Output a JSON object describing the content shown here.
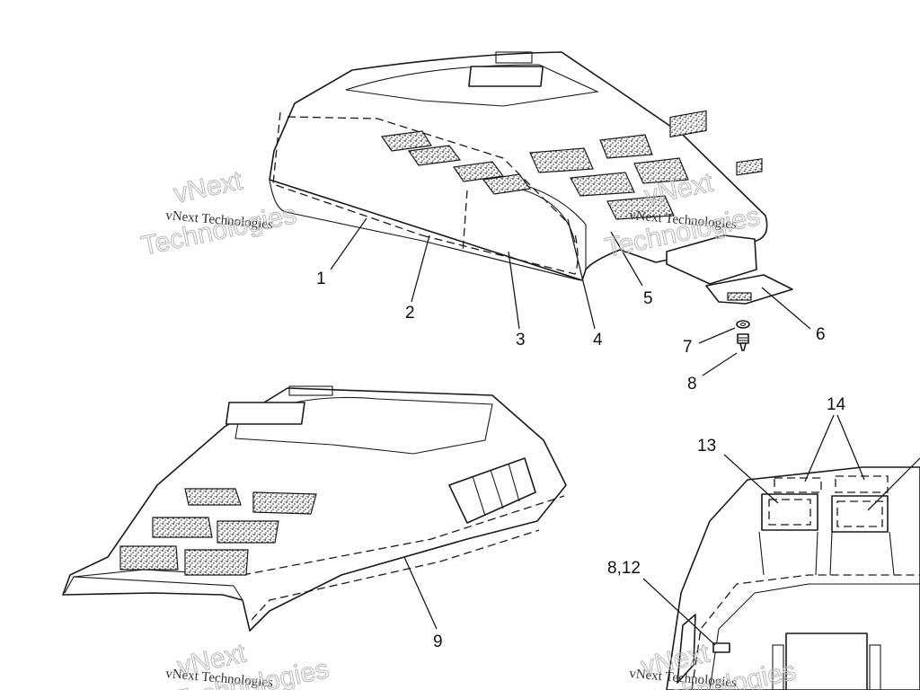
{
  "callouts": {
    "c1": "1",
    "c2": "2",
    "c3": "3",
    "c4": "4",
    "c5": "5",
    "c6": "6",
    "c7": "7",
    "c8": "8",
    "c9": "9",
    "c13": "13",
    "c14": "14",
    "c812": "8,12"
  },
  "watermark": {
    "line_small": "vNext Technologies",
    "word_one": "vNext",
    "word_two": "Technologies"
  }
}
